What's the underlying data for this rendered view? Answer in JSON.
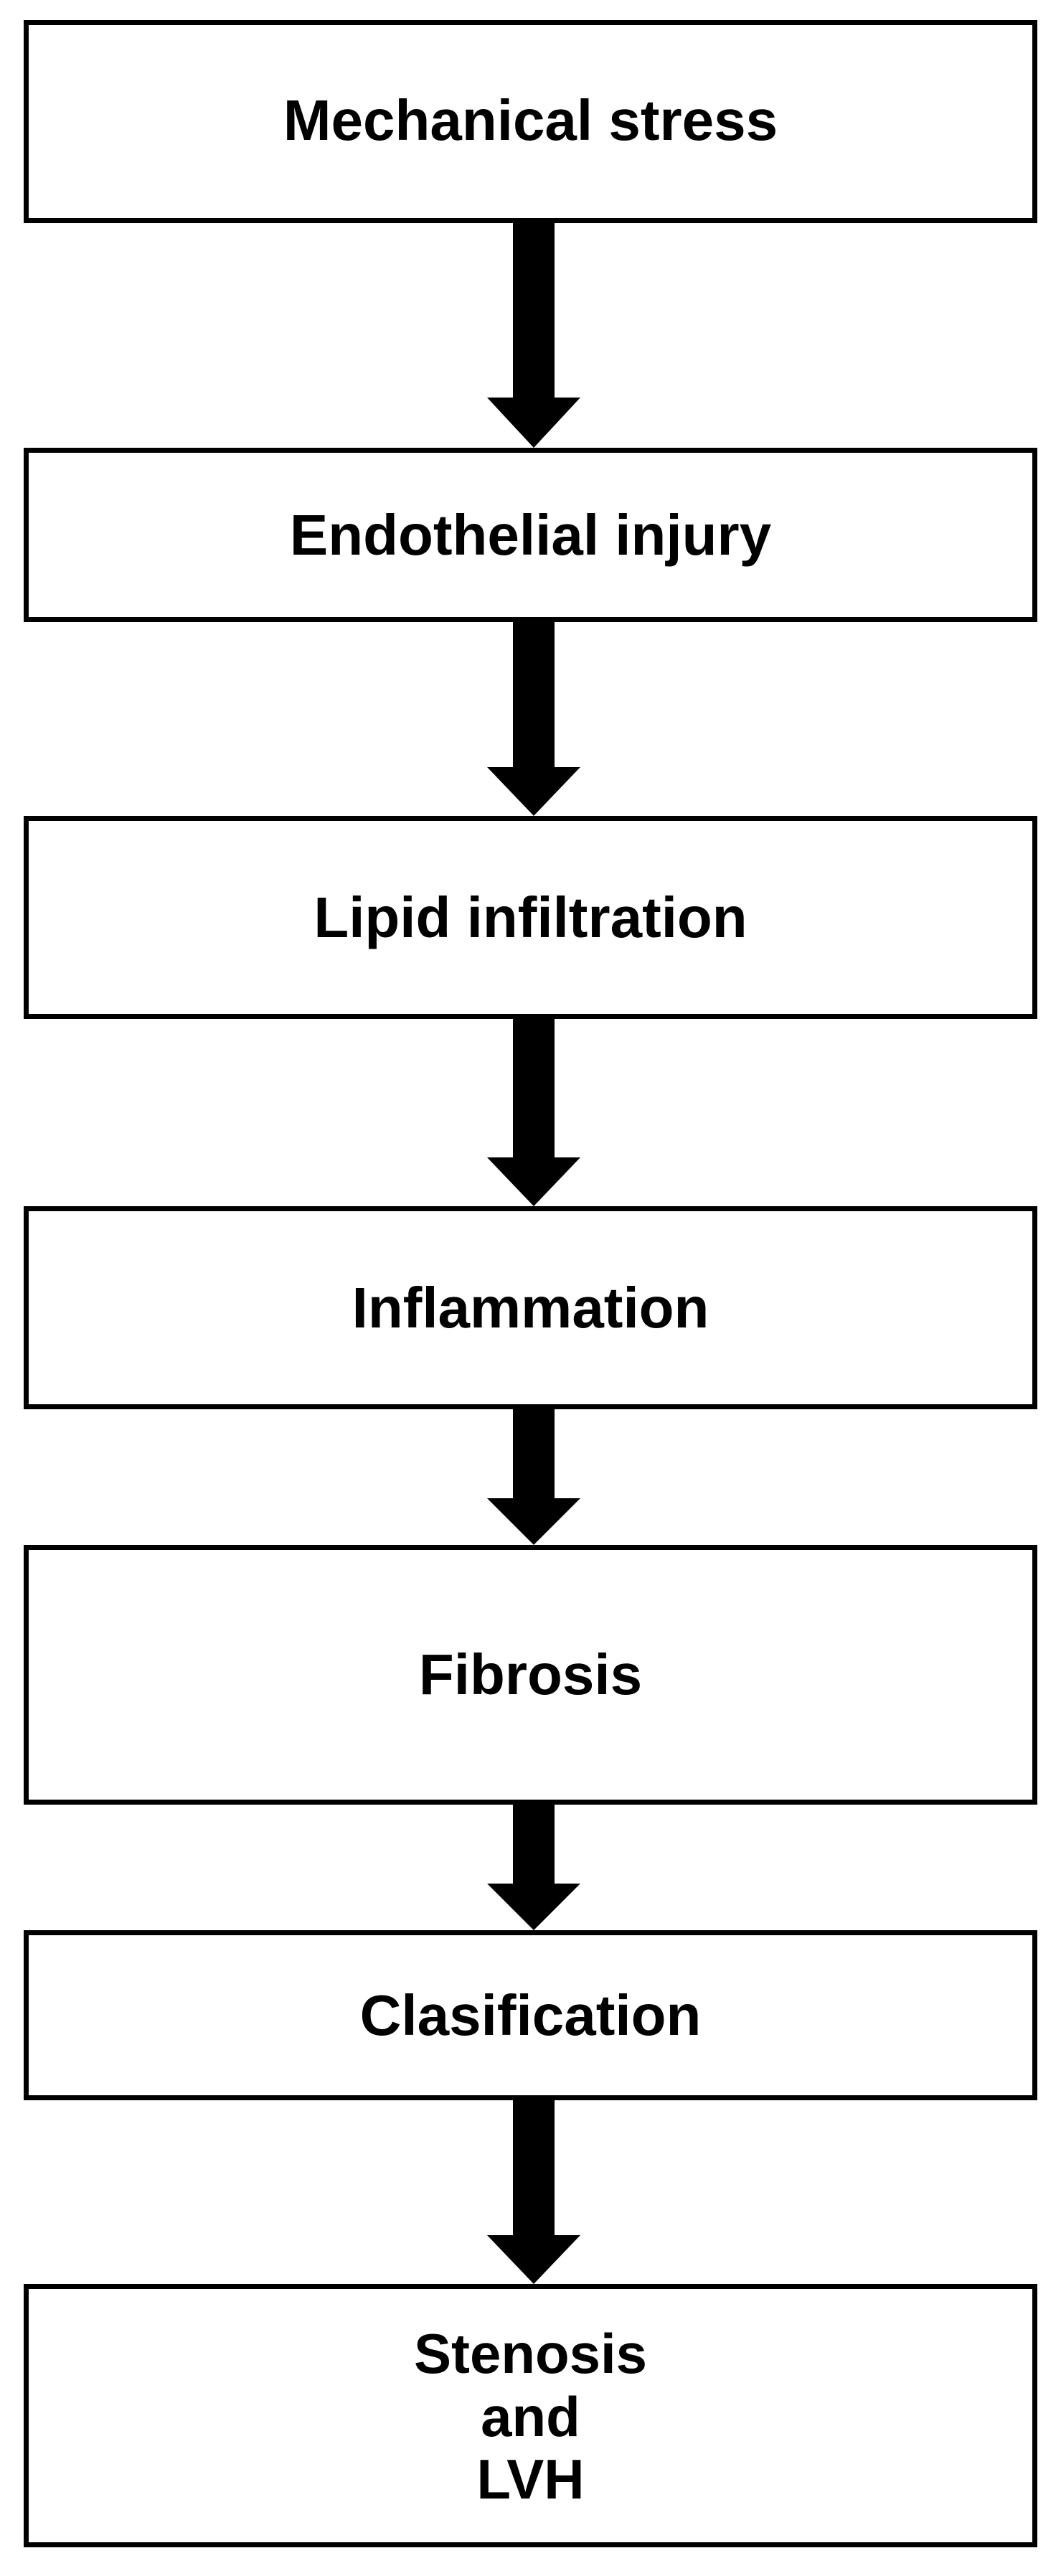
{
  "flowchart": {
    "steps": [
      "Mechanical stress",
      "Endothelial injury",
      "Lipid infiltration",
      "Inflammation",
      "Fibrosis",
      "Clasification",
      "Stenosis\nand\nLVH"
    ],
    "arrow_color": "#000000",
    "box_border_color": "#000000"
  }
}
